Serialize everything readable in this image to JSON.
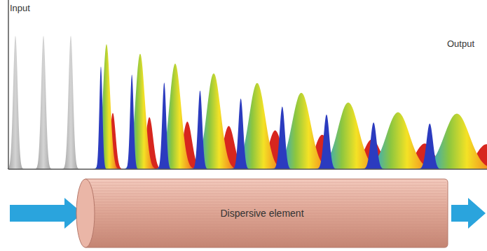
{
  "diagram": {
    "nodes": [
      {
        "text": [
          "Dispersive element"
        ]
      }
    ],
    "labels": [
      "Input",
      "Output"
    ]
  }
}
